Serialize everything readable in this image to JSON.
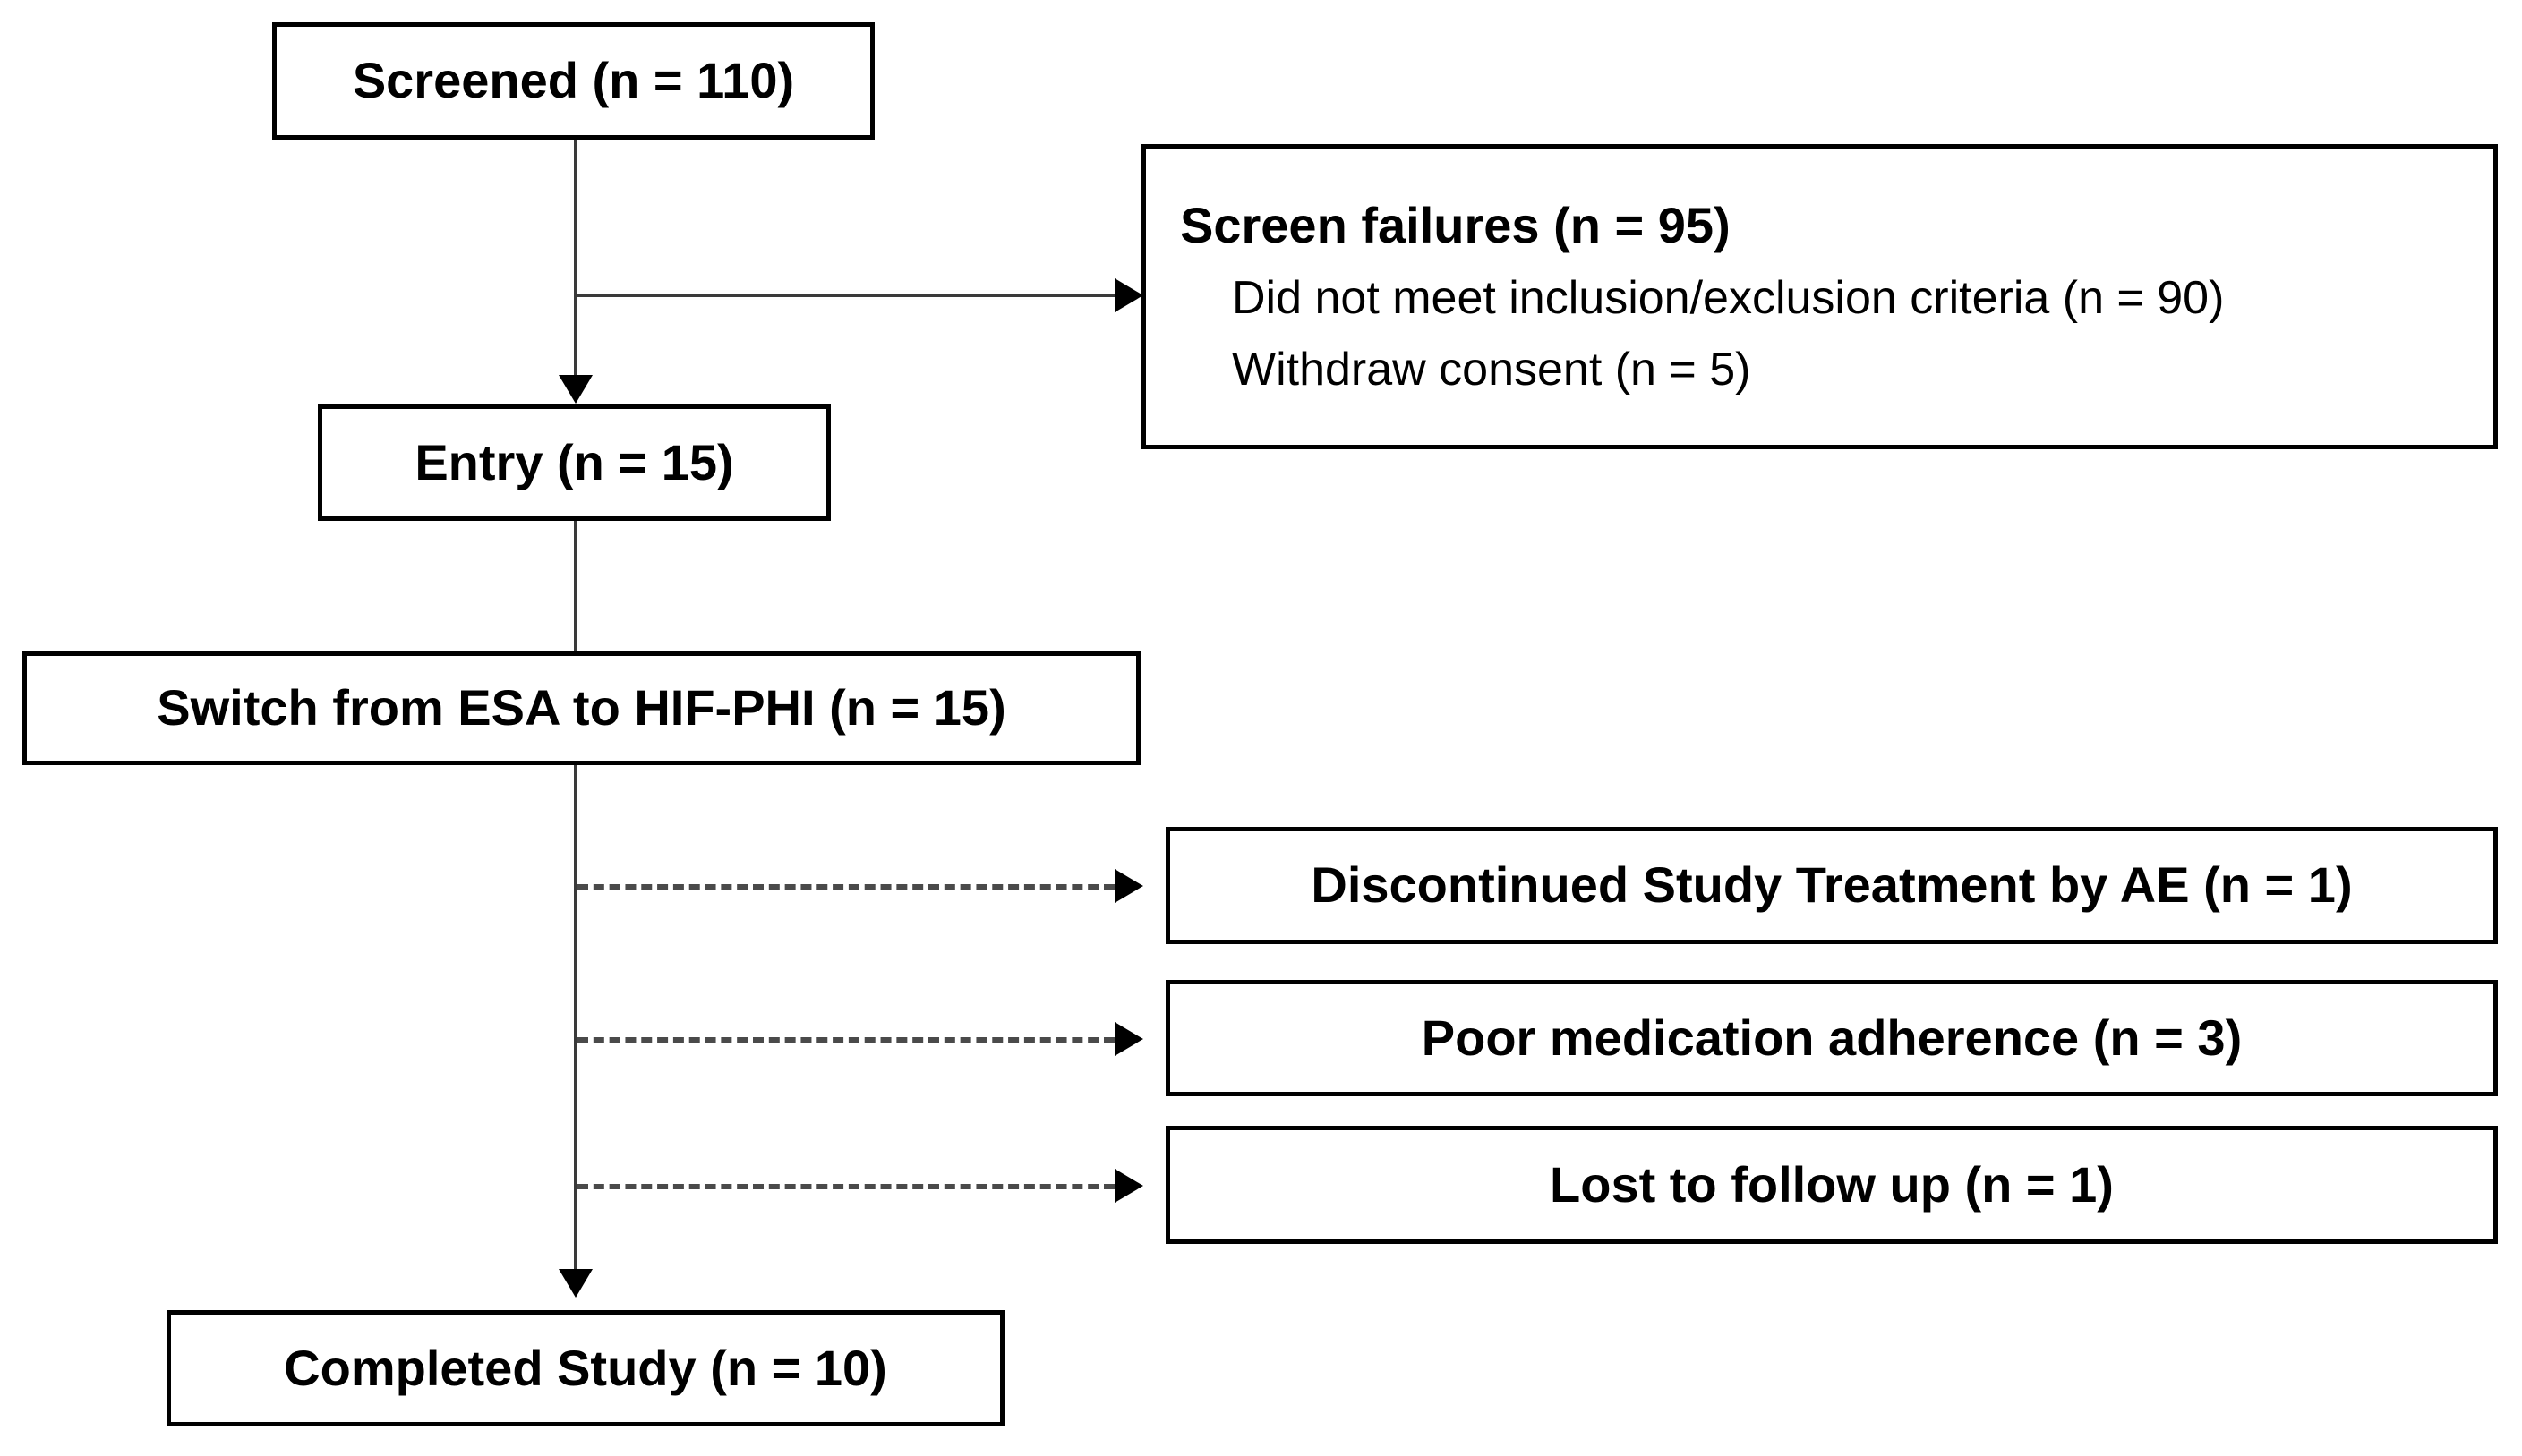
{
  "diagram": {
    "type": "study-flow-diagram",
    "nodes": {
      "screened": {
        "label": "Screened (n = 110)"
      },
      "entry": {
        "label": "Entry (n = 15)"
      },
      "switch": {
        "label": "Switch from ESA to HIF-PHI (n = 15)"
      },
      "completed": {
        "label": "Completed Study (n = 10)"
      },
      "screen_failures": {
        "title": "Screen failures (n = 95)",
        "items": [
          "Did not meet inclusion/exclusion criteria (n = 90)",
          "Withdraw consent (n = 5)"
        ]
      },
      "discontinued_ae": {
        "label": "Discontinued Study Treatment by AE (n = 1)"
      },
      "poor_adherence": {
        "label": "Poor medication adherence (n = 3)"
      },
      "lost_followup": {
        "label": "Lost to follow up (n = 1)"
      }
    },
    "colors": {
      "box_border": "#000000",
      "box_fill": "#ffffff",
      "text": "#000000",
      "connector_solid": "#3a3a3a",
      "connector_dashed": "#4a4a4a",
      "arrowhead": "#000000"
    }
  }
}
